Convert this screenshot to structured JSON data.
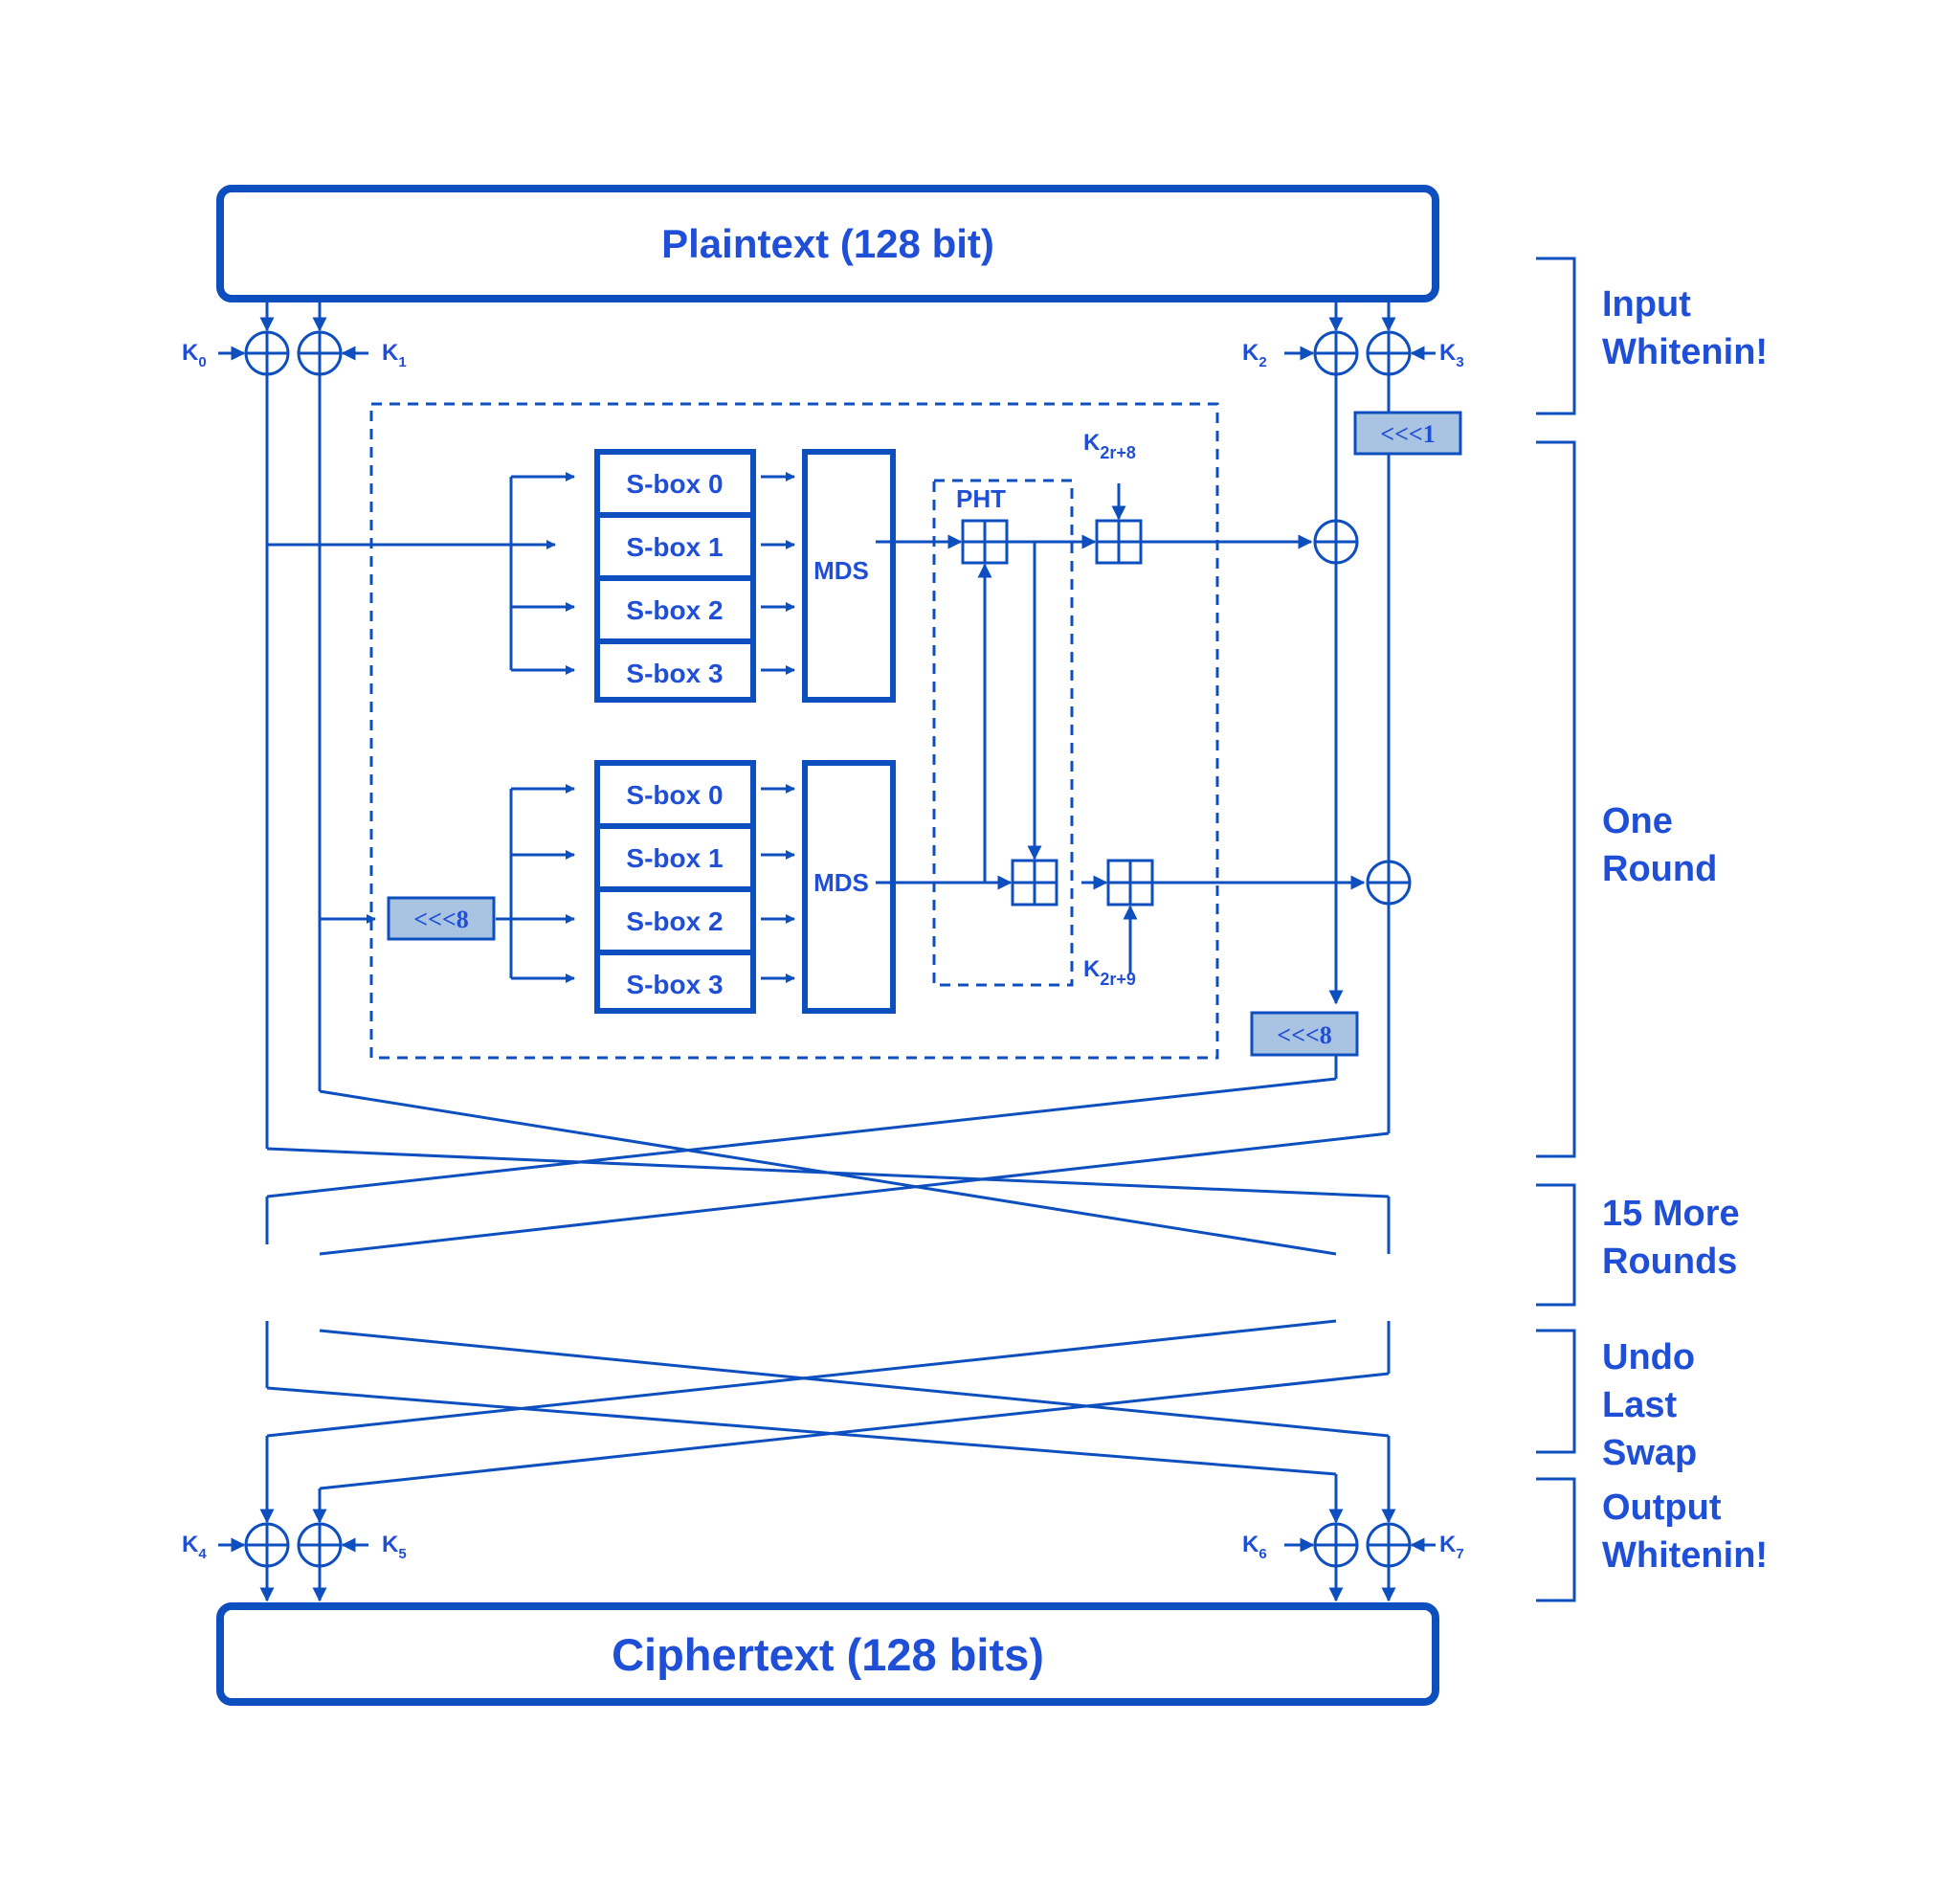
{
  "colors": {
    "stroke": "#0d4fbf",
    "text": "#1f4fd6",
    "shift_fill": "#a9c3e3"
  },
  "plaintext": "Plaintext (128 bit)",
  "ciphertext": "Ciphertext (128 bits)",
  "keys": {
    "k0": "K",
    "k0_sub": "0",
    "k1": "K",
    "k1_sub": "1",
    "k2": "K",
    "k2_sub": "2",
    "k3": "K",
    "k3_sub": "3",
    "k4": "K",
    "k4_sub": "4",
    "k5": "K",
    "k5_sub": "5",
    "k6": "K",
    "k6_sub": "6",
    "k7": "K",
    "k7_sub": "7",
    "k2r8": "K",
    "k2r8_sub": "2r+8",
    "k2r9": "K",
    "k2r9_sub": "2r+9"
  },
  "round": {
    "sboxes_top": [
      "S-box 0",
      "S-box 1",
      "S-box 2",
      "S-box 3"
    ],
    "sboxes_bottom": [
      "S-box 0",
      "S-box 1",
      "S-box 2",
      "S-box 3"
    ],
    "mds_top": "MDS",
    "mds_bottom": "MDS",
    "pht": "PHT",
    "rot_in": "<<<8",
    "rot_k3": "<<<1",
    "rot_out": "<<<8"
  },
  "sections": {
    "input_whitening": [
      "Input",
      "Whitenin!"
    ],
    "one_round": [
      "One",
      "Round"
    ],
    "more_rounds": [
      "15 More",
      "Rounds"
    ],
    "undo_swap": [
      "Undo",
      "Last",
      "Swap"
    ],
    "output_whitening": [
      "Output",
      "Whitenin!"
    ]
  }
}
